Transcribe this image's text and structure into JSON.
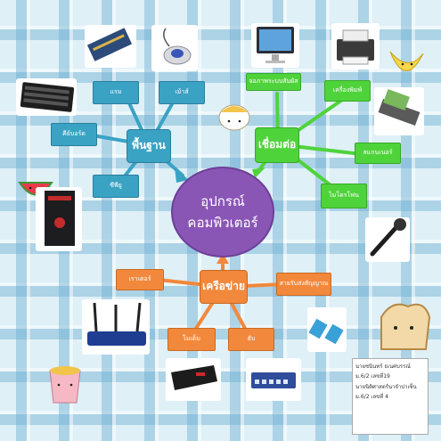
{
  "center": {
    "line1": "อุปกรณ์",
    "line2": "คอมพิวเตอร์"
  },
  "branches": {
    "basic": {
      "title": "พื้นฐาน",
      "items": [
        "แรม",
        "เม้าส์",
        "คีย์บอร์ด",
        "ซีพียู"
      ]
    },
    "connect": {
      "title": "เชื่อมต่อ",
      "items": [
        "จอภาพระบบสัมผัส",
        "เครื่องพิมพ์",
        "สแกนเนอร์",
        "ไมโครโฟน"
      ]
    },
    "network": {
      "title": "เครือข่าย",
      "items": [
        "เราเตอร์",
        "สายรับส่งสัญญาณ",
        "โมเด็ม",
        "ฮับ"
      ]
    }
  },
  "credits": {
    "line1": "นายชนินทร์ ธเนศบรรณ์",
    "line2": "ม.6/2 เลขที่19",
    "line3": "นายนิติศาสตร์นาจำปาเซ็น",
    "line4": "ม.6/2 เลขที่ 4"
  },
  "colors": {
    "basic": "#3aa3c4",
    "connect": "#4fd33b",
    "network": "#f2883b",
    "center": "#8a56b6"
  }
}
